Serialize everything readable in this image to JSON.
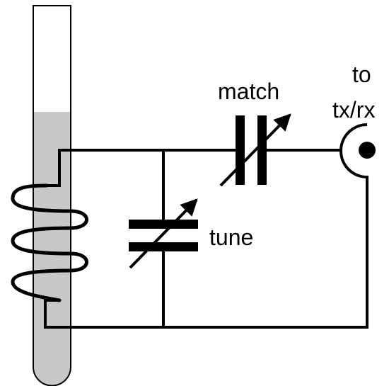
{
  "labels": {
    "match": "match",
    "tune": "tune",
    "to": "to",
    "txrx": "tx/rx"
  },
  "colors": {
    "stroke": "#000000",
    "sample_fill": "#c8c8c8",
    "background": "#ffffff"
  }
}
